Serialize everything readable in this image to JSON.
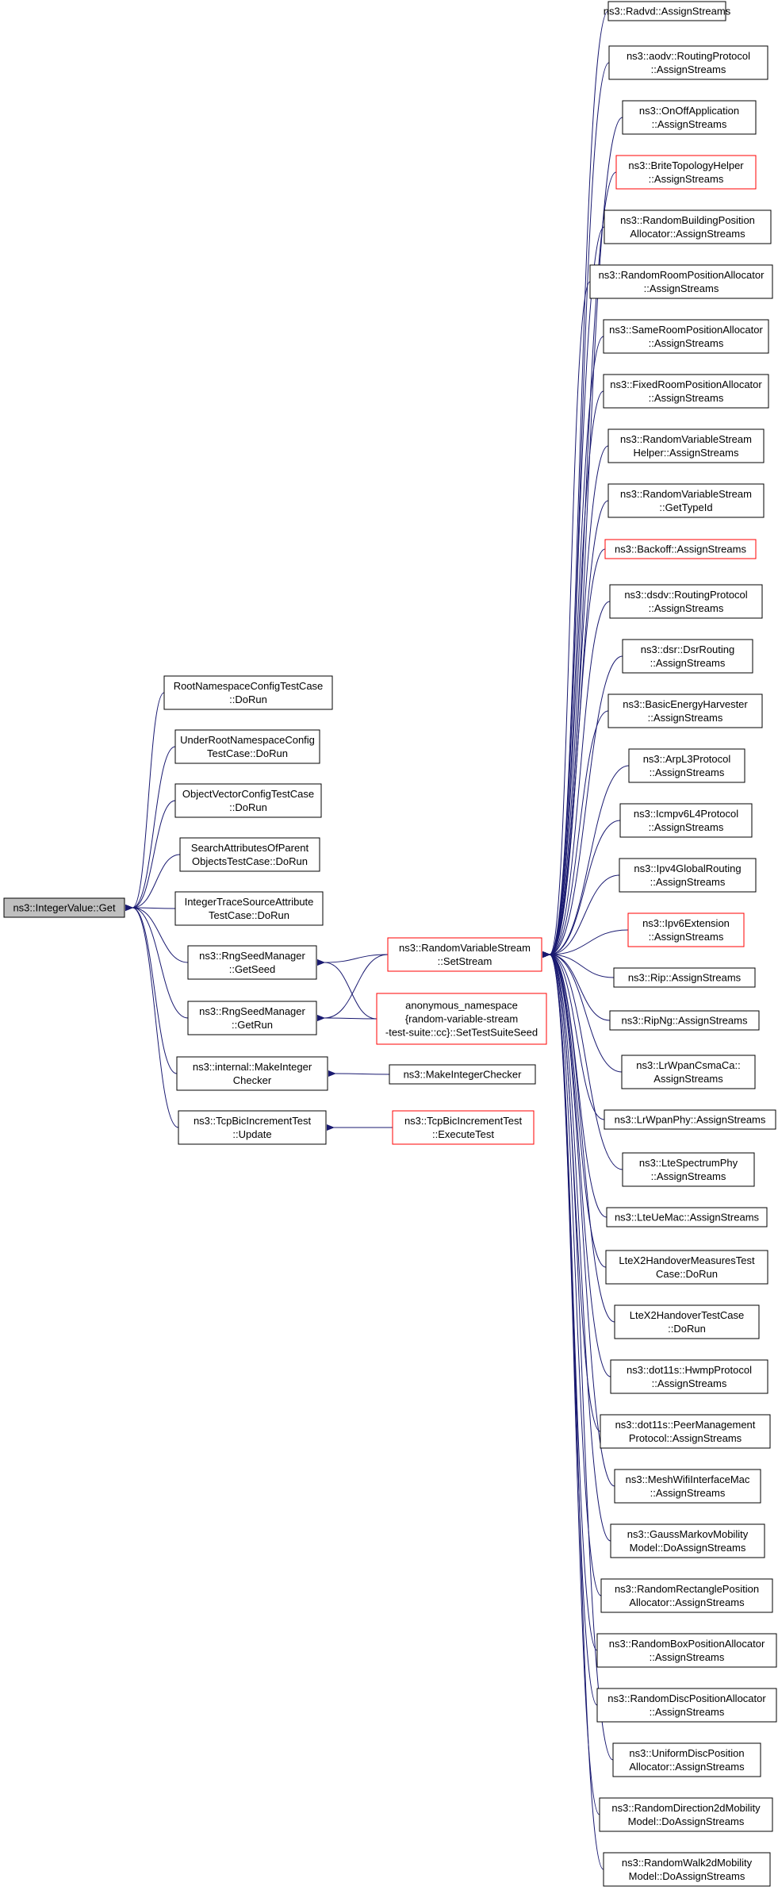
{
  "colors": {
    "edge": "#191970",
    "border_default": "#000000",
    "border_highlight": "#ff0000",
    "root_fill": "#bfbfbf",
    "node_fill": "#ffffff"
  },
  "root": {
    "lines": [
      "ns3::IntegerValue::Get"
    ]
  },
  "level1": [
    {
      "lines": [
        "RootNamespaceConfigTestCase",
        "::DoRun"
      ]
    },
    {
      "lines": [
        "UnderRootNamespaceConfig",
        "TestCase::DoRun"
      ]
    },
    {
      "lines": [
        "ObjectVectorConfigTestCase",
        "::DoRun"
      ]
    },
    {
      "lines": [
        "SearchAttributesOfParent",
        "ObjectsTestCase::DoRun"
      ]
    },
    {
      "lines": [
        "IntegerTraceSourceAttribute",
        "TestCase::DoRun"
      ]
    },
    {
      "lines": [
        "ns3::RngSeedManager",
        "::GetSeed"
      ]
    },
    {
      "lines": [
        "ns3::RngSeedManager",
        "::GetRun"
      ]
    },
    {
      "lines": [
        "ns3::internal::MakeInteger",
        "Checker"
      ]
    },
    {
      "lines": [
        "ns3::TcpBicIncrementTest",
        "::Update"
      ]
    }
  ],
  "level2": [
    {
      "lines": [
        "ns3::RandomVariableStream",
        "::SetStream"
      ],
      "highlight": true
    },
    {
      "lines": [
        "anonymous_namespace",
        "{random-variable-stream",
        "-test-suite::cc}::SetTestSuiteSeed"
      ],
      "highlight": true
    },
    {
      "lines": [
        "ns3::MakeIntegerChecker"
      ],
      "highlight": false
    },
    {
      "lines": [
        "ns3::TcpBicIncrementTest",
        "::ExecuteTest"
      ],
      "highlight": true
    }
  ],
  "level3": [
    {
      "lines": [
        "ns3::Radvd::AssignStreams"
      ],
      "highlight": false
    },
    {
      "lines": [
        "ns3::aodv::RoutingProtocol",
        "::AssignStreams"
      ],
      "highlight": false
    },
    {
      "lines": [
        "ns3::OnOffApplication",
        "::AssignStreams"
      ],
      "highlight": false
    },
    {
      "lines": [
        "ns3::BriteTopologyHelper",
        "::AssignStreams"
      ],
      "highlight": true
    },
    {
      "lines": [
        "ns3::RandomBuildingPosition",
        "Allocator::AssignStreams"
      ],
      "highlight": false
    },
    {
      "lines": [
        "ns3::RandomRoomPositionAllocator",
        "::AssignStreams"
      ],
      "highlight": false
    },
    {
      "lines": [
        "ns3::SameRoomPositionAllocator",
        "::AssignStreams"
      ],
      "highlight": false
    },
    {
      "lines": [
        "ns3::FixedRoomPositionAllocator",
        "::AssignStreams"
      ],
      "highlight": false
    },
    {
      "lines": [
        "ns3::RandomVariableStream",
        "Helper::AssignStreams"
      ],
      "highlight": false
    },
    {
      "lines": [
        "ns3::RandomVariableStream",
        "::GetTypeId"
      ],
      "highlight": false
    },
    {
      "lines": [
        "ns3::Backoff::AssignStreams"
      ],
      "highlight": true
    },
    {
      "lines": [
        "ns3::dsdv::RoutingProtocol",
        "::AssignStreams"
      ],
      "highlight": false
    },
    {
      "lines": [
        "ns3::dsr::DsrRouting",
        "::AssignStreams"
      ],
      "highlight": false
    },
    {
      "lines": [
        "ns3::BasicEnergyHarvester",
        "::AssignStreams"
      ],
      "highlight": false
    },
    {
      "lines": [
        "ns3::ArpL3Protocol",
        "::AssignStreams"
      ],
      "highlight": false
    },
    {
      "lines": [
        "ns3::Icmpv6L4Protocol",
        "::AssignStreams"
      ],
      "highlight": false
    },
    {
      "lines": [
        "ns3::Ipv4GlobalRouting",
        "::AssignStreams"
      ],
      "highlight": false
    },
    {
      "lines": [
        "ns3::Ipv6Extension",
        "::AssignStreams"
      ],
      "highlight": true
    },
    {
      "lines": [
        "ns3::Rip::AssignStreams"
      ],
      "highlight": false
    },
    {
      "lines": [
        "ns3::RipNg::AssignStreams"
      ],
      "highlight": false
    },
    {
      "lines": [
        "ns3::LrWpanCsmaCa::",
        "AssignStreams"
      ],
      "highlight": false
    },
    {
      "lines": [
        "ns3::LrWpanPhy::AssignStreams"
      ],
      "highlight": false
    },
    {
      "lines": [
        "ns3::LteSpectrumPhy",
        "::AssignStreams"
      ],
      "highlight": false
    },
    {
      "lines": [
        "ns3::LteUeMac::AssignStreams"
      ],
      "highlight": false
    },
    {
      "lines": [
        "LteX2HandoverMeasuresTest",
        "Case::DoRun"
      ],
      "highlight": false
    },
    {
      "lines": [
        "LteX2HandoverTestCase",
        "::DoRun"
      ],
      "highlight": false
    },
    {
      "lines": [
        "ns3::dot11s::HwmpProtocol",
        "::AssignStreams"
      ],
      "highlight": false
    },
    {
      "lines": [
        "ns3::dot11s::PeerManagement",
        "Protocol::AssignStreams"
      ],
      "highlight": false
    },
    {
      "lines": [
        "ns3::MeshWifiInterfaceMac",
        "::AssignStreams"
      ],
      "highlight": false
    },
    {
      "lines": [
        "ns3::GaussMarkovMobility",
        "Model::DoAssignStreams"
      ],
      "highlight": false
    },
    {
      "lines": [
        "ns3::RandomRectanglePosition",
        "Allocator::AssignStreams"
      ],
      "highlight": false
    },
    {
      "lines": [
        "ns3::RandomBoxPositionAllocator",
        "::AssignStreams"
      ],
      "highlight": false
    },
    {
      "lines": [
        "ns3::RandomDiscPositionAllocator",
        "::AssignStreams"
      ],
      "highlight": false
    },
    {
      "lines": [
        "ns3::UniformDiscPosition",
        "Allocator::AssignStreams"
      ],
      "highlight": false
    },
    {
      "lines": [
        "ns3::RandomDirection2dMobility",
        "Model::DoAssignStreams"
      ],
      "highlight": false
    },
    {
      "lines": [
        "ns3::RandomWalk2dMobility",
        "Model::DoAssignStreams"
      ],
      "highlight": false
    }
  ]
}
